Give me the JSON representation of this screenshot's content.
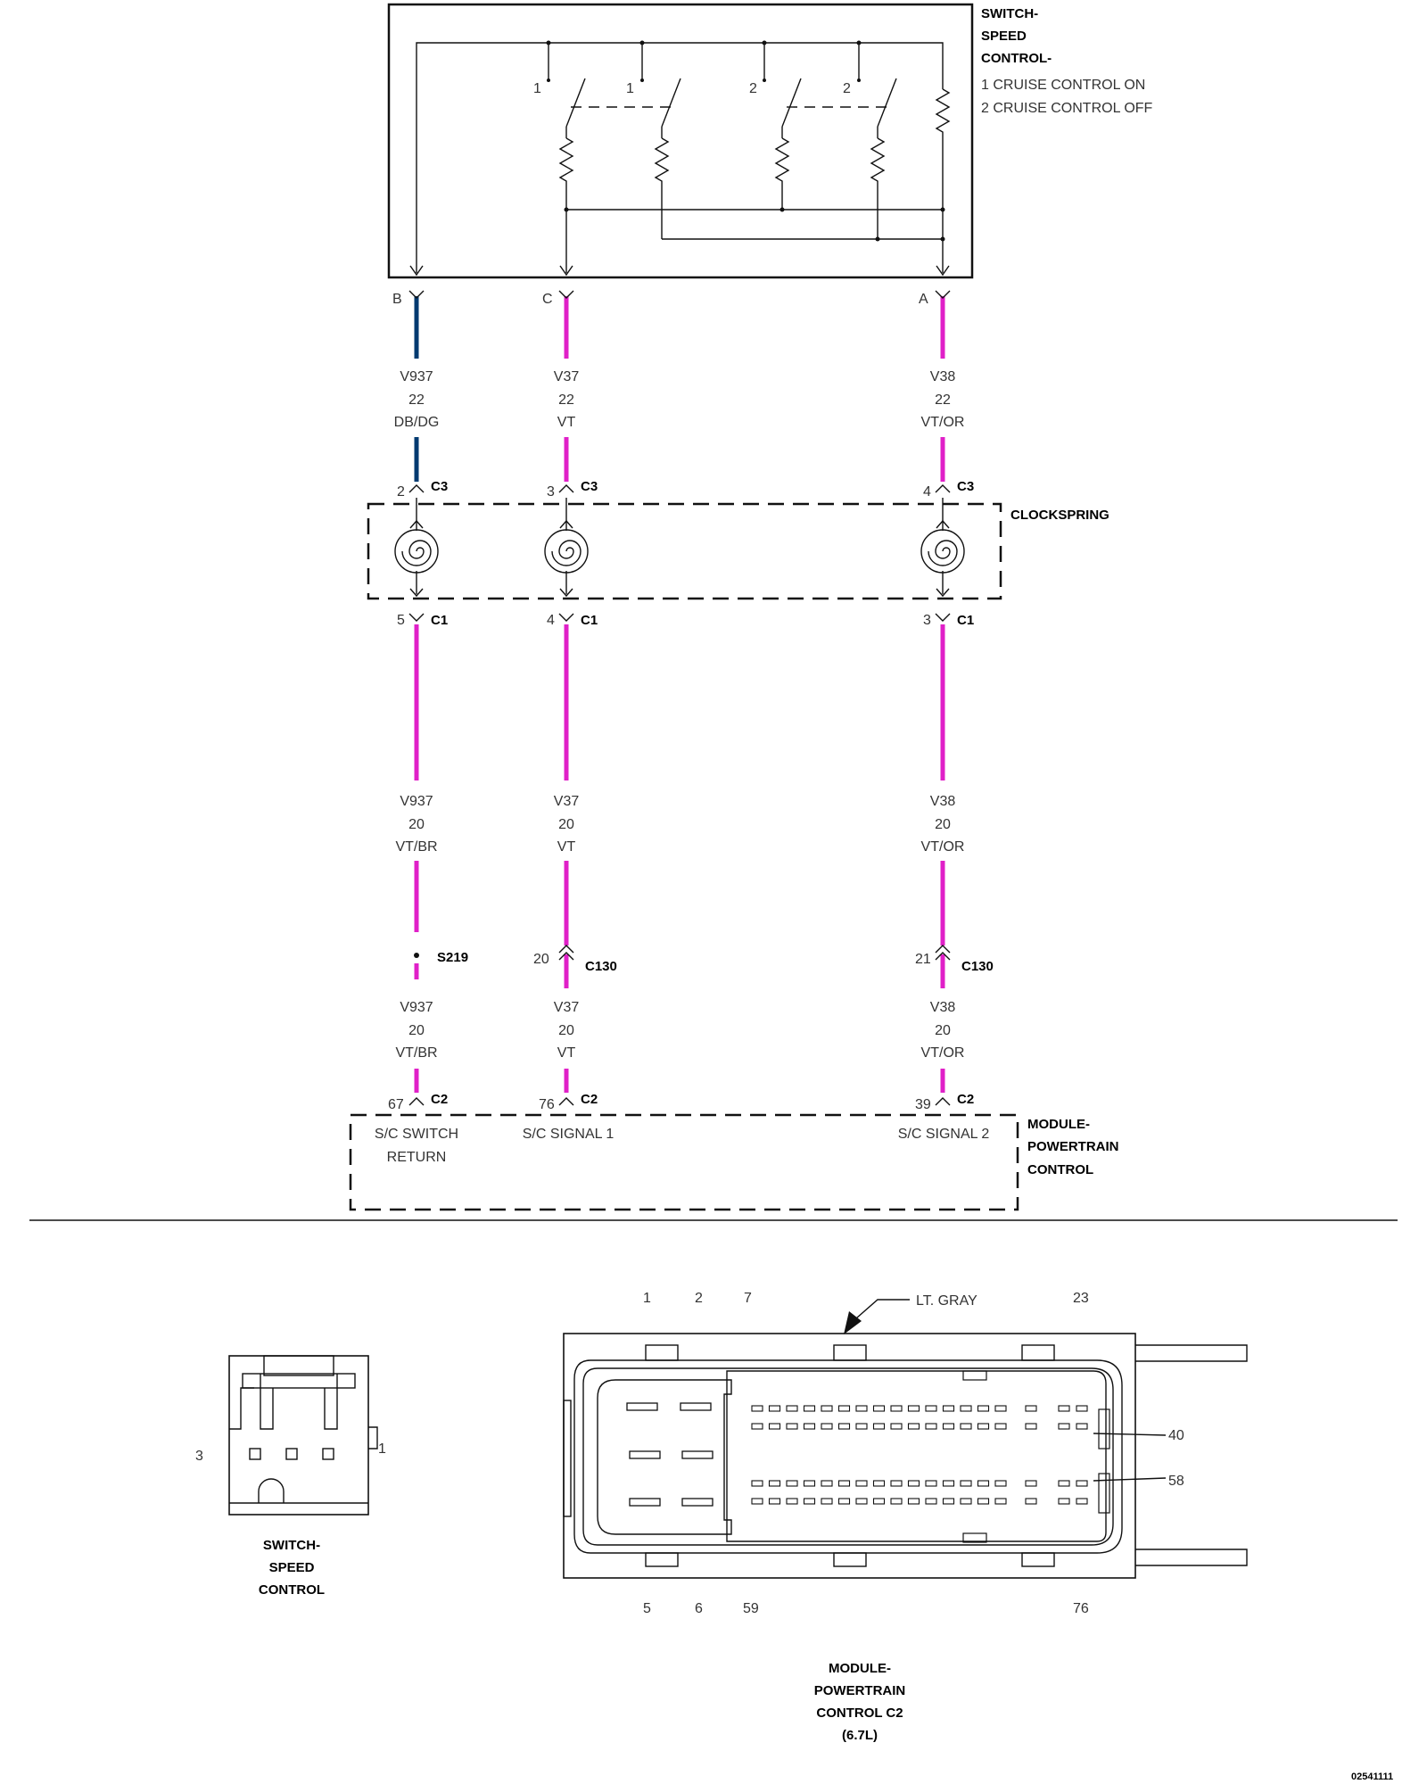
{
  "colors": {
    "magenta": "#e020c8",
    "dark_blue": "#003a70",
    "line": "#111111"
  },
  "switch": {
    "title_lines": [
      "SWITCH-",
      "SPEED",
      "CONTROL-"
    ],
    "legend": [
      "1 CRUISE CONTROL ON",
      "2 CRUISE CONTROL OFF"
    ],
    "contact_numbers": [
      "1",
      "1",
      "2",
      "2"
    ],
    "pins": [
      "B",
      "C",
      "A"
    ]
  },
  "wires_upper": [
    {
      "circuit": "V937",
      "gauge": "22",
      "color": "DB/DG"
    },
    {
      "circuit": "V37",
      "gauge": "22",
      "color": "VT"
    },
    {
      "circuit": "V38",
      "gauge": "22",
      "color": "VT/OR"
    }
  ],
  "clockspring": {
    "label": "CLOCKSPRING",
    "top_pins": [
      "2",
      "3",
      "4"
    ],
    "top_connector": "C3",
    "bottom_pins": [
      "5",
      "4",
      "3"
    ],
    "bottom_connector": "C1"
  },
  "wires_middle": [
    {
      "circuit": "V937",
      "gauge": "20",
      "color": "VT/BR"
    },
    {
      "circuit": "V37",
      "gauge": "20",
      "color": "VT"
    },
    {
      "circuit": "V38",
      "gauge": "20",
      "color": "VT/OR"
    }
  ],
  "splice": {
    "label": "S219"
  },
  "c130": {
    "label": "C130",
    "pins": [
      "20",
      "21"
    ]
  },
  "wires_lower": [
    {
      "circuit": "V937",
      "gauge": "20",
      "color": "VT/BR"
    },
    {
      "circuit": "V37",
      "gauge": "20",
      "color": "VT"
    },
    {
      "circuit": "V38",
      "gauge": "20",
      "color": "VT/OR"
    }
  ],
  "pcm": {
    "title_lines": [
      "MODULE-",
      "POWERTRAIN",
      "CONTROL"
    ],
    "connector": "C2",
    "pins": [
      "67",
      "76",
      "39"
    ],
    "func1_lines": [
      "S/C SWITCH",
      "RETURN"
    ],
    "func2": "S/C SIGNAL 1",
    "func3": "S/C SIGNAL 2"
  },
  "switch_connector_view": {
    "pin_left": "3",
    "pin_right": "1",
    "title_lines": [
      "SWITCH-",
      "SPEED",
      "CONTROL"
    ]
  },
  "pcm_connector_view": {
    "color_label": "LT. GRAY",
    "top_numbers": [
      "1",
      "2",
      "7",
      "23"
    ],
    "bottom_numbers": [
      "5",
      "6",
      "59",
      "76"
    ],
    "side_numbers": [
      "40",
      "58"
    ],
    "title_lines": [
      "MODULE-",
      "POWERTRAIN",
      "CONTROL C2",
      "(6.7L)"
    ]
  },
  "figure_id": "02541111"
}
